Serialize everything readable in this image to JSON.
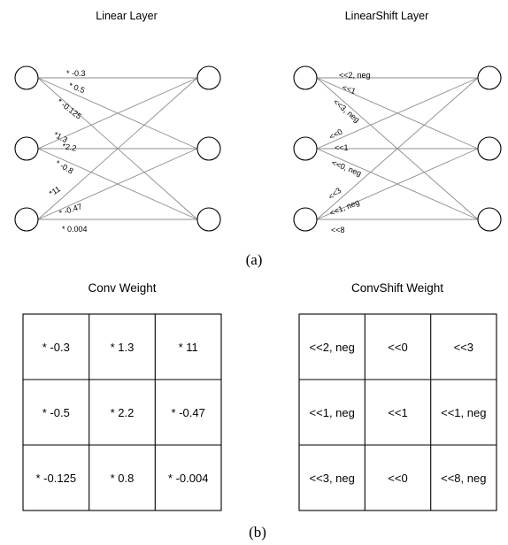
{
  "linear_panel": {
    "title": "Linear Layer",
    "weight_labels": [
      "* -0.3",
      "* 0.5",
      "* -0.125",
      "*1.3",
      "*2.2",
      "* -0.8",
      "*11",
      "* -0.47",
      "* 0.004"
    ]
  },
  "linearshift_panel": {
    "title": "LinearShift Layer",
    "shift_labels": [
      "<<2, neg",
      "<<1",
      "<<3, neg",
      "<<0",
      "<<1",
      "<<0, neg",
      "<<3",
      "<<1, neg",
      "<<8"
    ]
  },
  "caption_a": "(a)",
  "conv_panel": {
    "title": "Conv Weight",
    "cells": [
      [
        "* -0.3",
        "* 1.3",
        "* 11"
      ],
      [
        "* -0.5",
        "* 2.2",
        "* -0.47"
      ],
      [
        "* -0.125",
        "* 0.8",
        "* -0.004"
      ]
    ]
  },
  "convshift_panel": {
    "title": "ConvShift Weight",
    "cells": [
      [
        "<<2, neg",
        "<<0",
        "<<3"
      ],
      [
        "<<1, neg",
        "<<1",
        "<<1, neg"
      ],
      [
        "<<3, neg",
        "<<0",
        "<<8, neg"
      ]
    ]
  },
  "caption_b": "(b)",
  "colors": {
    "node_stroke": "#000000",
    "edge": "#8c8c8c",
    "grid": "#000000",
    "text": "#000000"
  }
}
